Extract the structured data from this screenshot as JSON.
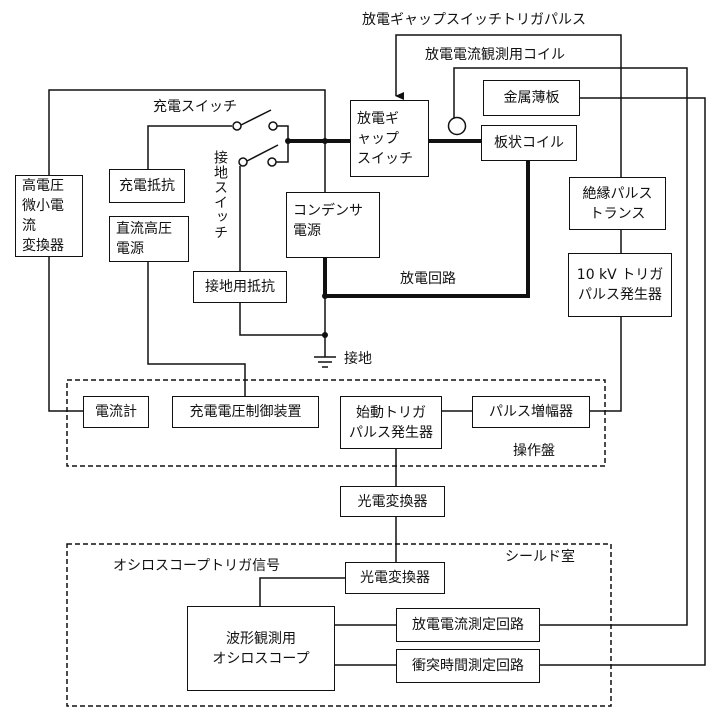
{
  "labels": {
    "trigger_pulse": "放電ギャップスイッチトリガパルス",
    "current_coil": "放電電流観測用コイル",
    "charge_switch": "充電スイッチ",
    "ground_switch": "接地スイッチ",
    "discharge_circuit": "放電回路",
    "ground": "接地",
    "control_panel": "操作盤",
    "shield_room": "シールド室",
    "osc_trigger": "オシロスコープトリガ信号"
  },
  "boxes": {
    "metal_foil": "金属薄板",
    "gap_switch": "放電ギ\nャップ\nスイッチ",
    "plate_coil": "板状コイル",
    "hv_converter": "高電圧\n微小電流\n変換器",
    "charge_resistor": "充電抵抗",
    "dc_hv_supply": "直流高圧\n電源",
    "capacitor": "コンデンサ\n電源",
    "ground_resistor": "接地用抵抗",
    "pulse_transformer": "絶縁パルス\nトランス",
    "trigger_generator": "10 kV トリガ\nパルス発生器",
    "ammeter": "電流計",
    "voltage_controller": "充電電圧制御装置",
    "start_trigger": "始動トリガ\nパルス発生器",
    "pulse_amp": "パルス増幅器",
    "oe_converter_1": "光電変換器",
    "oe_converter_2": "光電変換器",
    "oscilloscope": "波形観測用\nオシロスコープ",
    "current_meas": "放電電流測定回路",
    "collision_meas": "衝突時間測定回路"
  }
}
